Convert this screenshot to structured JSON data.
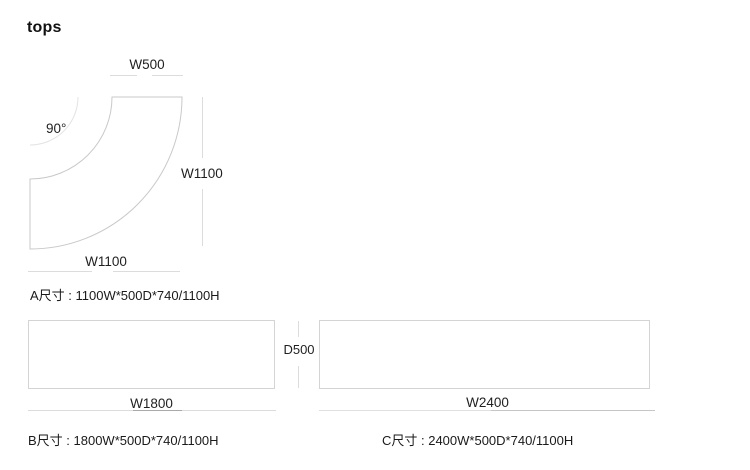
{
  "page": {
    "title": "tops"
  },
  "colors": {
    "background": "#ffffff",
    "text": "#1a1a1a",
    "shape_outline": "#c9c9c9",
    "angle_arc": "#e3e3e3",
    "dim_line": "#dcdcdc",
    "dim_line_dark_b": "#a9a9a9",
    "dim_line_dark_c": "#c6c6c6",
    "rect_border": "#d4d4d4"
  },
  "shape_a": {
    "angle_label": "90°",
    "dim_top": "W500",
    "dim_right": "W1100",
    "dim_bottom": "W1100",
    "size_label": "A尺寸 : 1100W*500D*740/1100H"
  },
  "shape_b": {
    "dim_width": "W1800",
    "size_label": "B尺寸 : 1800W*500D*740/1100H"
  },
  "shape_c": {
    "dim_width": "W2400",
    "size_label": "C尺寸 : 2400W*500D*740/1100H"
  },
  "gap_bc": {
    "dim_depth": "D500"
  }
}
